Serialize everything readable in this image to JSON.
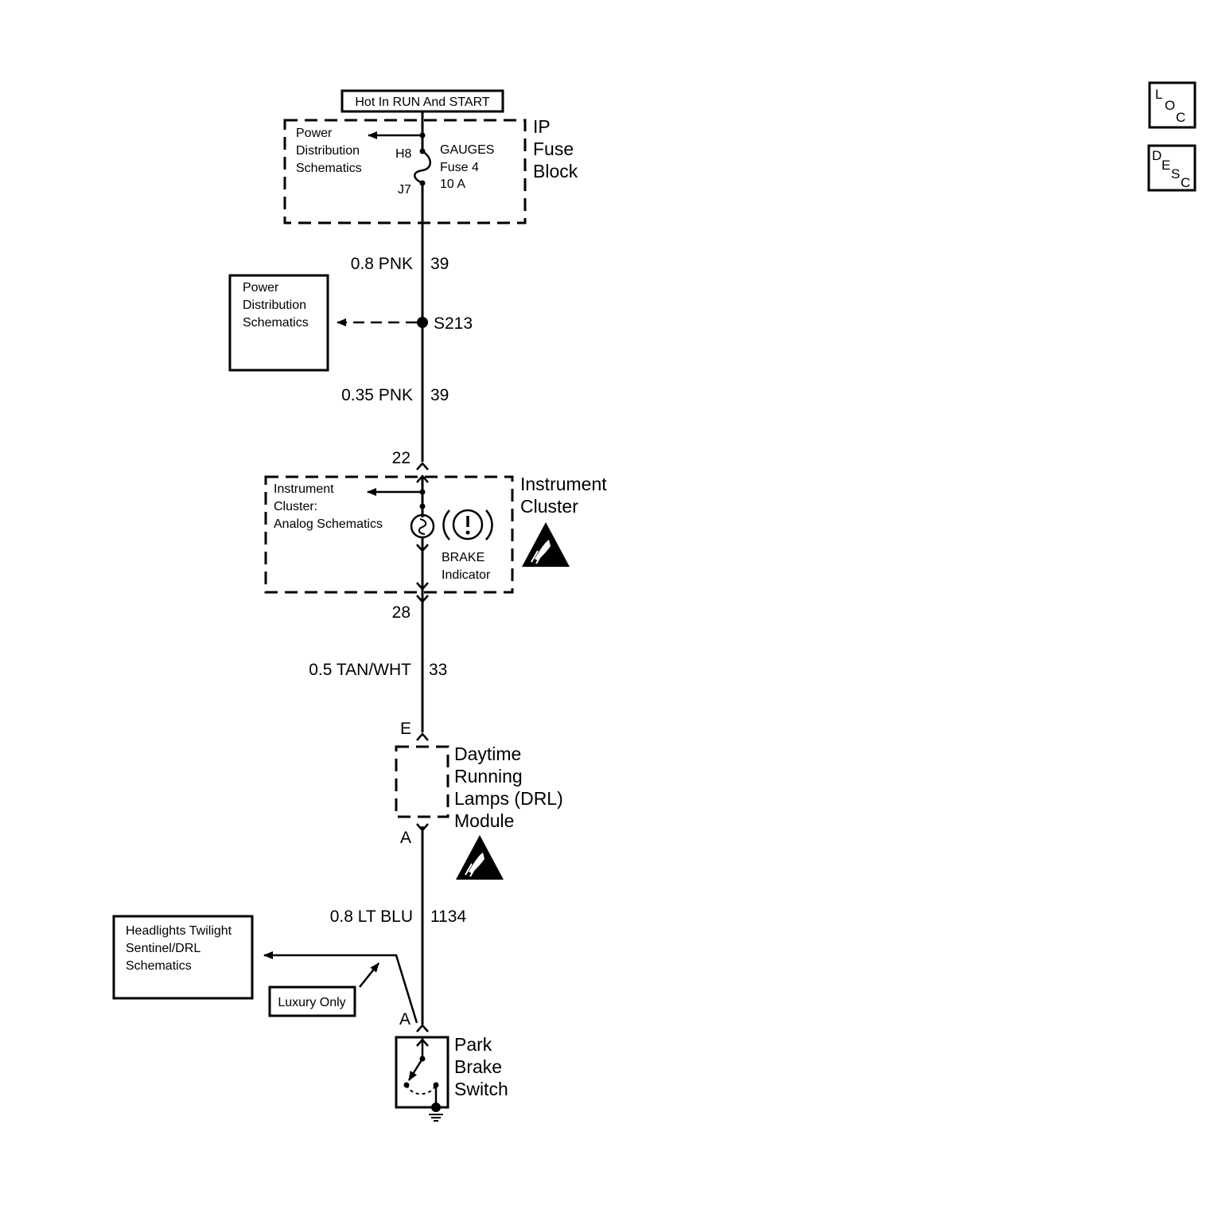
{
  "power": {
    "label": "Hot In RUN And START"
  },
  "fuse_block": {
    "name_lines": [
      "IP",
      "Fuse",
      "Block"
    ],
    "ref_lines": [
      "Power",
      "Distribution",
      "Schematics"
    ],
    "pin_in": "H8",
    "pin_out": "J7",
    "fuse_lines": [
      "GAUGES",
      "Fuse 4",
      "10 A"
    ]
  },
  "wires": [
    {
      "gauge_color": "0.8 PNK",
      "circuit": "39"
    },
    {
      "gauge_color": "0.35 PNK",
      "circuit": "39"
    },
    {
      "gauge_color": "0.5 TAN/WHT",
      "circuit": "33"
    },
    {
      "gauge_color": "0.8 LT BLU",
      "circuit": "1134"
    }
  ],
  "splice": {
    "id": "S213",
    "ref_lines": [
      "Power",
      "Distribution",
      "Schematics"
    ]
  },
  "cluster": {
    "pin_in": "22",
    "pin_out": "28",
    "name_lines": [
      "Instrument",
      "Cluster"
    ],
    "ref_lines": [
      "Instrument",
      "Cluster:",
      "Analog Schematics"
    ],
    "indicator_lines": [
      "BRAKE",
      "Indicator"
    ]
  },
  "drl": {
    "pin_in": "E",
    "pin_out": "A",
    "name_lines": [
      "Daytime",
      "Running",
      "Lamps (DRL)",
      "Module"
    ]
  },
  "headlights_ref": {
    "lines": [
      "Headlights Twilight",
      "Sentinel/DRL",
      "Schematics"
    ],
    "option": "Luxury Only"
  },
  "park_brake": {
    "pin": "A",
    "name_lines": [
      "Park",
      "Brake",
      "Switch"
    ]
  },
  "nav": {
    "loc": [
      "L",
      "O",
      "C"
    ],
    "desc": [
      "D",
      "E",
      "S",
      "C"
    ]
  }
}
